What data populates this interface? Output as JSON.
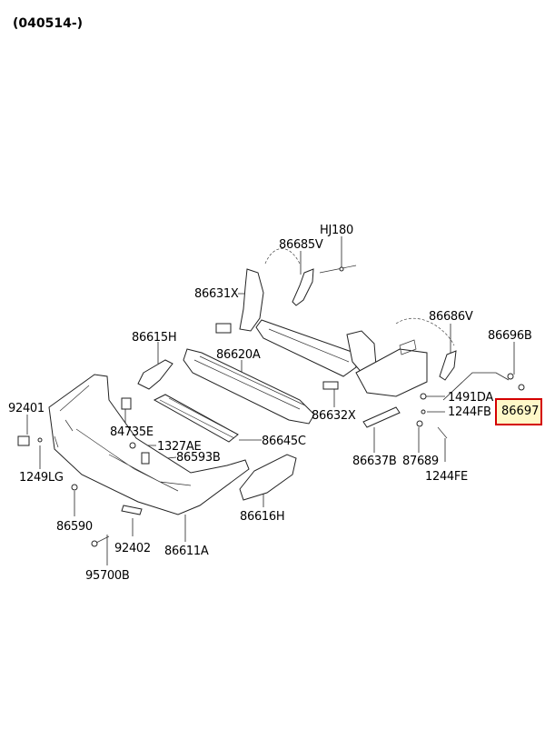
{
  "header": {
    "date_range": "(040514-)"
  },
  "highlight": {
    "label": "86697",
    "border_color": "#d40000",
    "fill_color": "#fff8c8"
  },
  "labels": [
    {
      "id": "hj180",
      "text": "HJ180"
    },
    {
      "id": "86685v",
      "text": "86685V"
    },
    {
      "id": "86631x",
      "text": "86631X"
    },
    {
      "id": "86686v",
      "text": "86686V"
    },
    {
      "id": "86696b",
      "text": "86696B"
    },
    {
      "id": "86615h",
      "text": "86615H"
    },
    {
      "id": "86620a",
      "text": "86620A"
    },
    {
      "id": "92401",
      "text": "92401"
    },
    {
      "id": "84735e",
      "text": "84735E"
    },
    {
      "id": "1327ae",
      "text": "1327AE"
    },
    {
      "id": "86645c",
      "text": "86645C"
    },
    {
      "id": "86593b",
      "text": "86593B"
    },
    {
      "id": "1249lg",
      "text": "1249LG"
    },
    {
      "id": "86632x",
      "text": "86632X"
    },
    {
      "id": "1491da",
      "text": "1491DA"
    },
    {
      "id": "1244fb",
      "text": "1244FB"
    },
    {
      "id": "86637b",
      "text": "86637B"
    },
    {
      "id": "87689",
      "text": "87689"
    },
    {
      "id": "1244fe",
      "text": "1244FE"
    },
    {
      "id": "86616h",
      "text": "86616H"
    },
    {
      "id": "86590",
      "text": "86590"
    },
    {
      "id": "92402",
      "text": "92402"
    },
    {
      "id": "86611a",
      "text": "86611A"
    },
    {
      "id": "95700b",
      "text": "95700B"
    }
  ]
}
